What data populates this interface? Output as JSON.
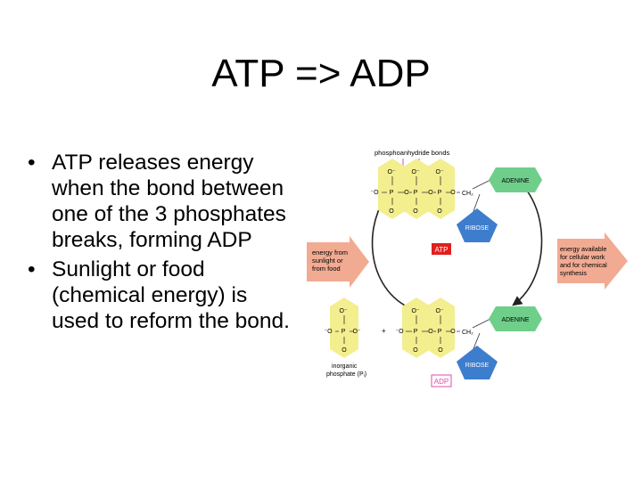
{
  "slide": {
    "title": "ATP => ADP",
    "bullets": [
      "ATP releases energy when the bond between one of the 3 phosphates breaks, forming ADP",
      "Sunlight or food (chemical energy) is used to reform the bond."
    ],
    "bullet_char": "•"
  },
  "figure": {
    "bonds_label": "phosphoanhydride bonds",
    "atp_label": "ATP",
    "adp_label": "ADP",
    "adenine": "ADENINE",
    "ribose": "RIBOSE",
    "energy_in": [
      "energy from",
      "sunlight or",
      "from food"
    ],
    "energy_out": [
      "energy available",
      "for cellular work",
      "and for chemical",
      "synthesis"
    ],
    "inorganic": [
      "inorganic",
      "phosphate (Pᵢ)"
    ],
    "plus": "+",
    "atoms": {
      "O": "O",
      "O_neg": "O⁻",
      "neg_O": "⁻O",
      "P": "P",
      "CH2": "CH₂"
    },
    "colors": {
      "phosphate": "#f3ee8e",
      "adenine": "#6fcf8a",
      "ribose": "#3d7dcd",
      "atp_tag": "#e11f1f",
      "adp_tag": "#e04bb0",
      "arrow": "#f2ab93"
    }
  }
}
